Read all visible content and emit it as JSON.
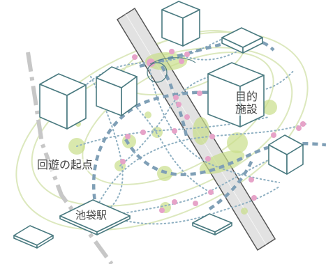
{
  "labels": {
    "start": "回遊の起点",
    "station": "池袋駅",
    "destination_line1": "目的",
    "destination_line2": "施設"
  },
  "colors": {
    "background": "#ffffff",
    "building_stroke": "#4a7a80",
    "rail_fill": "#e2e2e2",
    "rail_stroke": "#555555",
    "dash_dot_line": "#c7c7c7",
    "route_thick_dashed": "#7f9fb6",
    "route_dotted": "#8fb0c2",
    "oval_outline": "#dce8bd",
    "green_node": "#c9de8a",
    "green_node_dark": "#93c13f",
    "pink_dot": "#e6a3c8",
    "text": "#444444"
  },
  "icons": [
    "isometric-building-icon",
    "station-platform-icon",
    "plaza-icon"
  ]
}
